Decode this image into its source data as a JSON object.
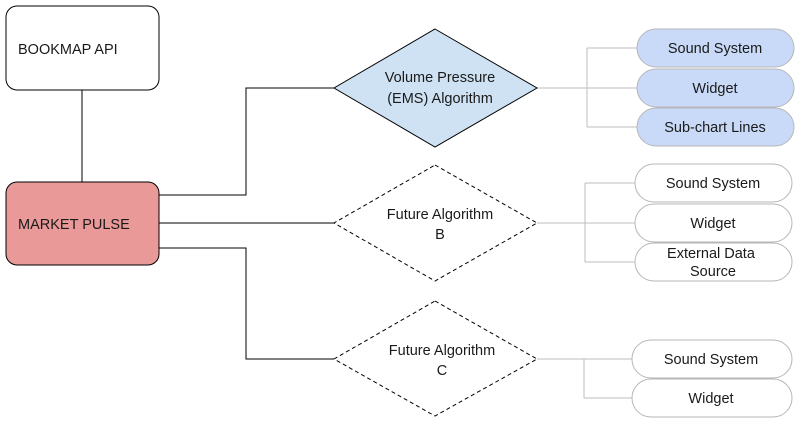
{
  "colors": {
    "api_fill": "#ffffff",
    "pulse_fill": "#ea9999",
    "active_fill": "#c9daf8",
    "active_diamond_fill": "#cfe2f3",
    "future_fill": "#ffffff",
    "stroke": "#000000",
    "pill_stroke": "#b7b7b7",
    "connector_light": "#bdbdbd"
  },
  "nodes": {
    "bookmap_api": {
      "label": "BOOKMAP API"
    },
    "market_pulse": {
      "label": "MARKET PULSE"
    }
  },
  "algorithms": [
    {
      "name_lines": [
        "Volume Pressure",
        "(EMS) Algorithm"
      ],
      "status": "active",
      "outputs": [
        "Sound System",
        "Widget",
        "Sub-chart Lines"
      ]
    },
    {
      "name_lines": [
        "Future Algorithm",
        "B"
      ],
      "status": "future",
      "outputs": [
        "Sound System",
        "Widget",
        "External Data\nSource"
      ]
    },
    {
      "name_lines": [
        "Future Algorithm",
        "C"
      ],
      "status": "future",
      "outputs": [
        "Sound System",
        "Widget"
      ]
    }
  ]
}
